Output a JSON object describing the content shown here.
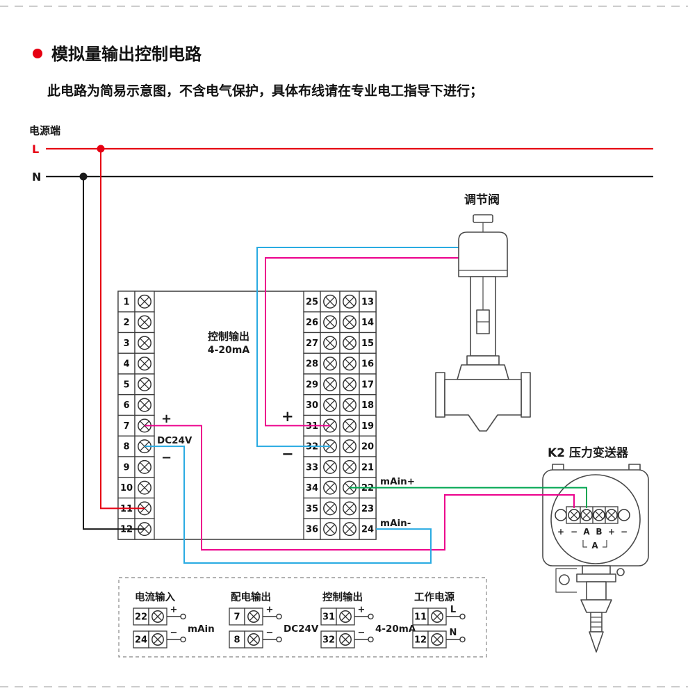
{
  "page": {
    "title": "模拟量输出控制电路",
    "subtitle": "此电路为简易示意图，不含电气保护，具体布线请在专业电工指导下进行；"
  },
  "power": {
    "label": "电源端",
    "l": "L",
    "n": "N"
  },
  "meter": {
    "left_terminals": [
      "1",
      "2",
      "3",
      "4",
      "5",
      "6",
      "7",
      "8",
      "9",
      "10",
      "11",
      "12"
    ],
    "mid_terminals": [
      "25",
      "26",
      "27",
      "28",
      "29",
      "30",
      "31",
      "32",
      "33",
      "34",
      "35",
      "36"
    ],
    "right_terminals": [
      "13",
      "14",
      "15",
      "16",
      "17",
      "18",
      "19",
      "20",
      "21",
      "22",
      "23",
      "24"
    ],
    "control_output_label_1": "控制输出",
    "control_output_label_2": "4-20mA",
    "dc24v": {
      "plus": "+",
      "label": "DC24V",
      "minus": "−"
    },
    "ctrl": {
      "plus": "+",
      "minus": "−"
    },
    "main_plus": "mAin+",
    "main_minus": "mAin-"
  },
  "valve": {
    "label": "调节阀"
  },
  "transmitter": {
    "label": "K2 压力变送器",
    "terminal_labels": [
      "+",
      "−",
      "A",
      "B",
      "+",
      "−"
    ],
    "meter_mark": "A"
  },
  "legend": {
    "groups": [
      {
        "title": "电流输入",
        "rows": [
          {
            "no": "22",
            "sign": "+"
          },
          {
            "no": "24",
            "sign": "−"
          }
        ],
        "label": "mAin"
      },
      {
        "title": "配电输出",
        "rows": [
          {
            "no": "7",
            "sign": "+"
          },
          {
            "no": "8",
            "sign": "−"
          }
        ],
        "label": "DC24V"
      },
      {
        "title": "控制输出",
        "rows": [
          {
            "no": "31",
            "sign": "+"
          },
          {
            "no": "32",
            "sign": "−"
          }
        ],
        "label": "4-20mA"
      },
      {
        "title": "工作电源",
        "rows": [
          {
            "no": "11",
            "sign": "L"
          },
          {
            "no": "12",
            "sign": "N"
          }
        ],
        "label": ""
      }
    ]
  },
  "colors": {
    "red": "#e60012",
    "black": "#1a1a1a",
    "magenta": "#ec008c",
    "blue": "#29abe2",
    "green": "#00a651"
  }
}
